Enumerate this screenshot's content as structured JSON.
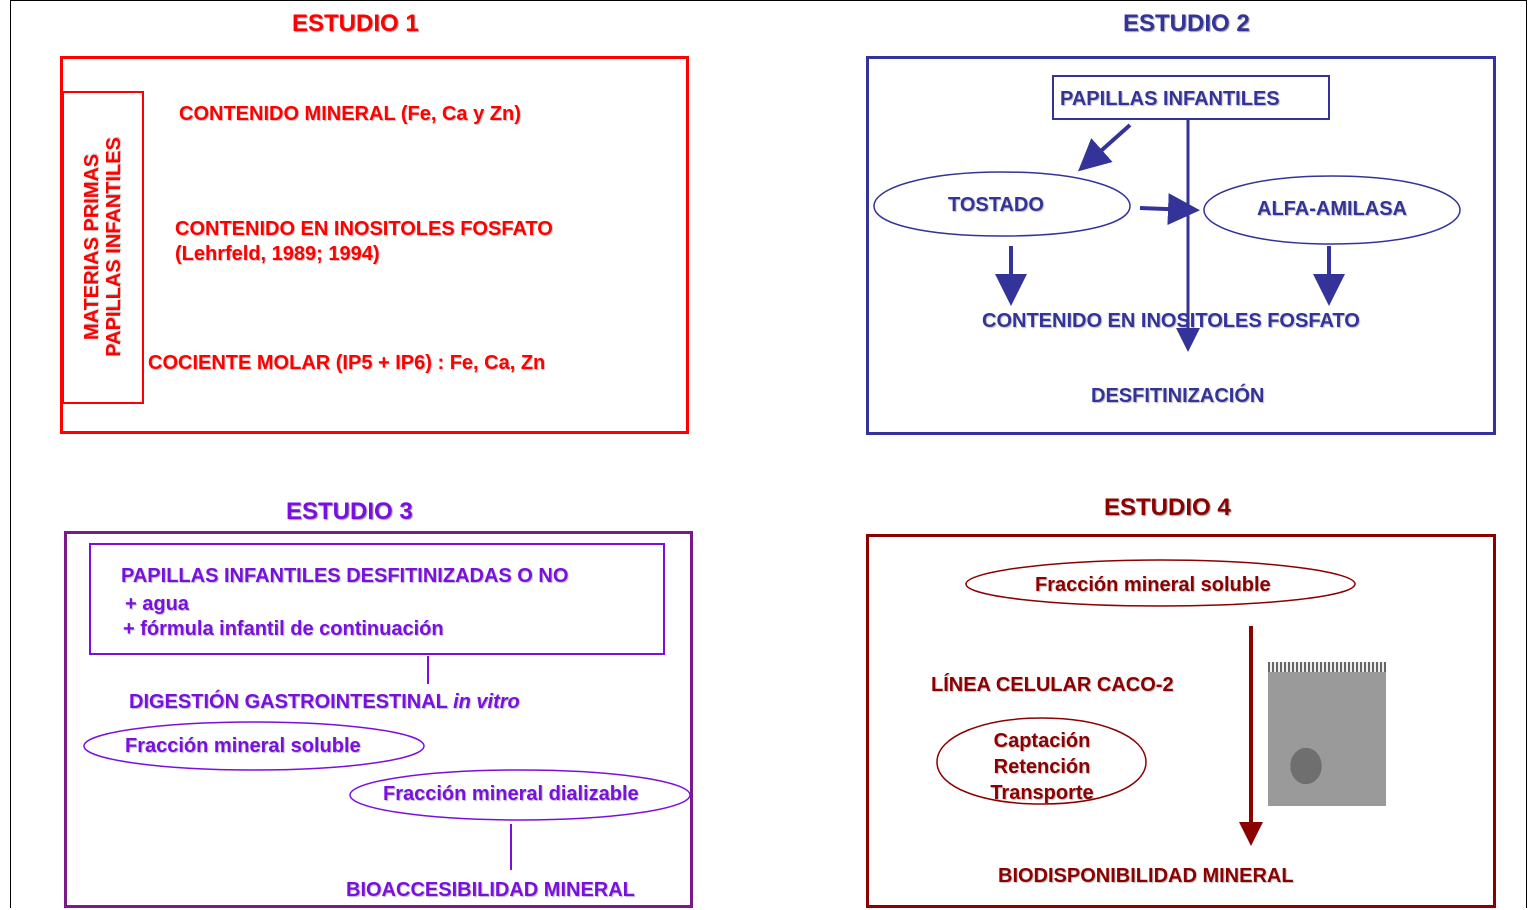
{
  "study1": {
    "title": "ESTUDIO 1",
    "side_label_line1": "MATERIAS PRIMAS",
    "side_label_line2": "PAPILLAS INFANTILES",
    "item1": "CONTENIDO MINERAL (Fe, Ca y Zn)",
    "item2_line1": "CONTENIDO EN INOSITOLES FOSFATO",
    "item2_line2": "(Lehrfeld, 1989; 1994)",
    "item3": "COCIENTE MOLAR (IP5 + IP6) : Fe, Ca, Zn",
    "color": "#ff0000"
  },
  "study2": {
    "title": "ESTUDIO 2",
    "source": "PAPILLAS INFANTILES",
    "process1": "TOSTADO",
    "process2": "ALFA-AMILASA",
    "result1": "CONTENIDO EN INOSITOLES FOSFATO",
    "result2": "DESFITINIZACIÓN",
    "color": "#333399"
  },
  "study3": {
    "title": "ESTUDIO 3",
    "input_line1": "PAPILLAS INFANTILES DESFITINIZADAS O NO",
    "input_line2": "+ agua",
    "input_line3": "+ fórmula infantil de continuación",
    "digestion_label": "DIGESTIÓN GASTROINTESTINAL ",
    "digestion_italic": "in vitro",
    "fraction1": "Fracción mineral soluble",
    "fraction2": "Fracción mineral dializable",
    "result": "BIOACCESIBILIDAD MINERAL",
    "color": "#7a10e0"
  },
  "study4": {
    "title": "ESTUDIO 4",
    "fraction": "Fracción mineral soluble",
    "cell_line": "LÍNEA CELULAR CACO-2",
    "step1": "Captación",
    "step2": "Retención",
    "step3": "Transporte",
    "result": "BIODISPONIBILIDAD MINERAL",
    "color": "#8b0000"
  }
}
